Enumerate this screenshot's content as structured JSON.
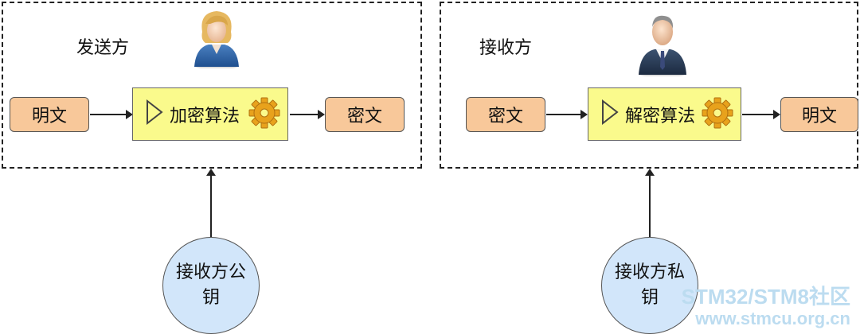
{
  "sender": {
    "role": "发送方",
    "input": "明文",
    "algorithm": "加密算法",
    "output": "密文",
    "key_line1": "接收方公",
    "key_line2": "钥"
  },
  "receiver": {
    "role": "接收方",
    "input": "密文",
    "algorithm": "解密算法",
    "output": "明文",
    "key_line1": "接收方私",
    "key_line2": "钥"
  },
  "watermark": {
    "line1": "STM32/STM8社区",
    "line2": "www.stmcu.org.cn"
  },
  "colors": {
    "pill": "#f8c89a",
    "algorithm": "#fafa8c",
    "key_circle": "#d2e6fa",
    "gear": "#e8a21c"
  },
  "icons": [
    "female-user-icon",
    "male-user-icon",
    "play-icon",
    "gear-icon"
  ]
}
